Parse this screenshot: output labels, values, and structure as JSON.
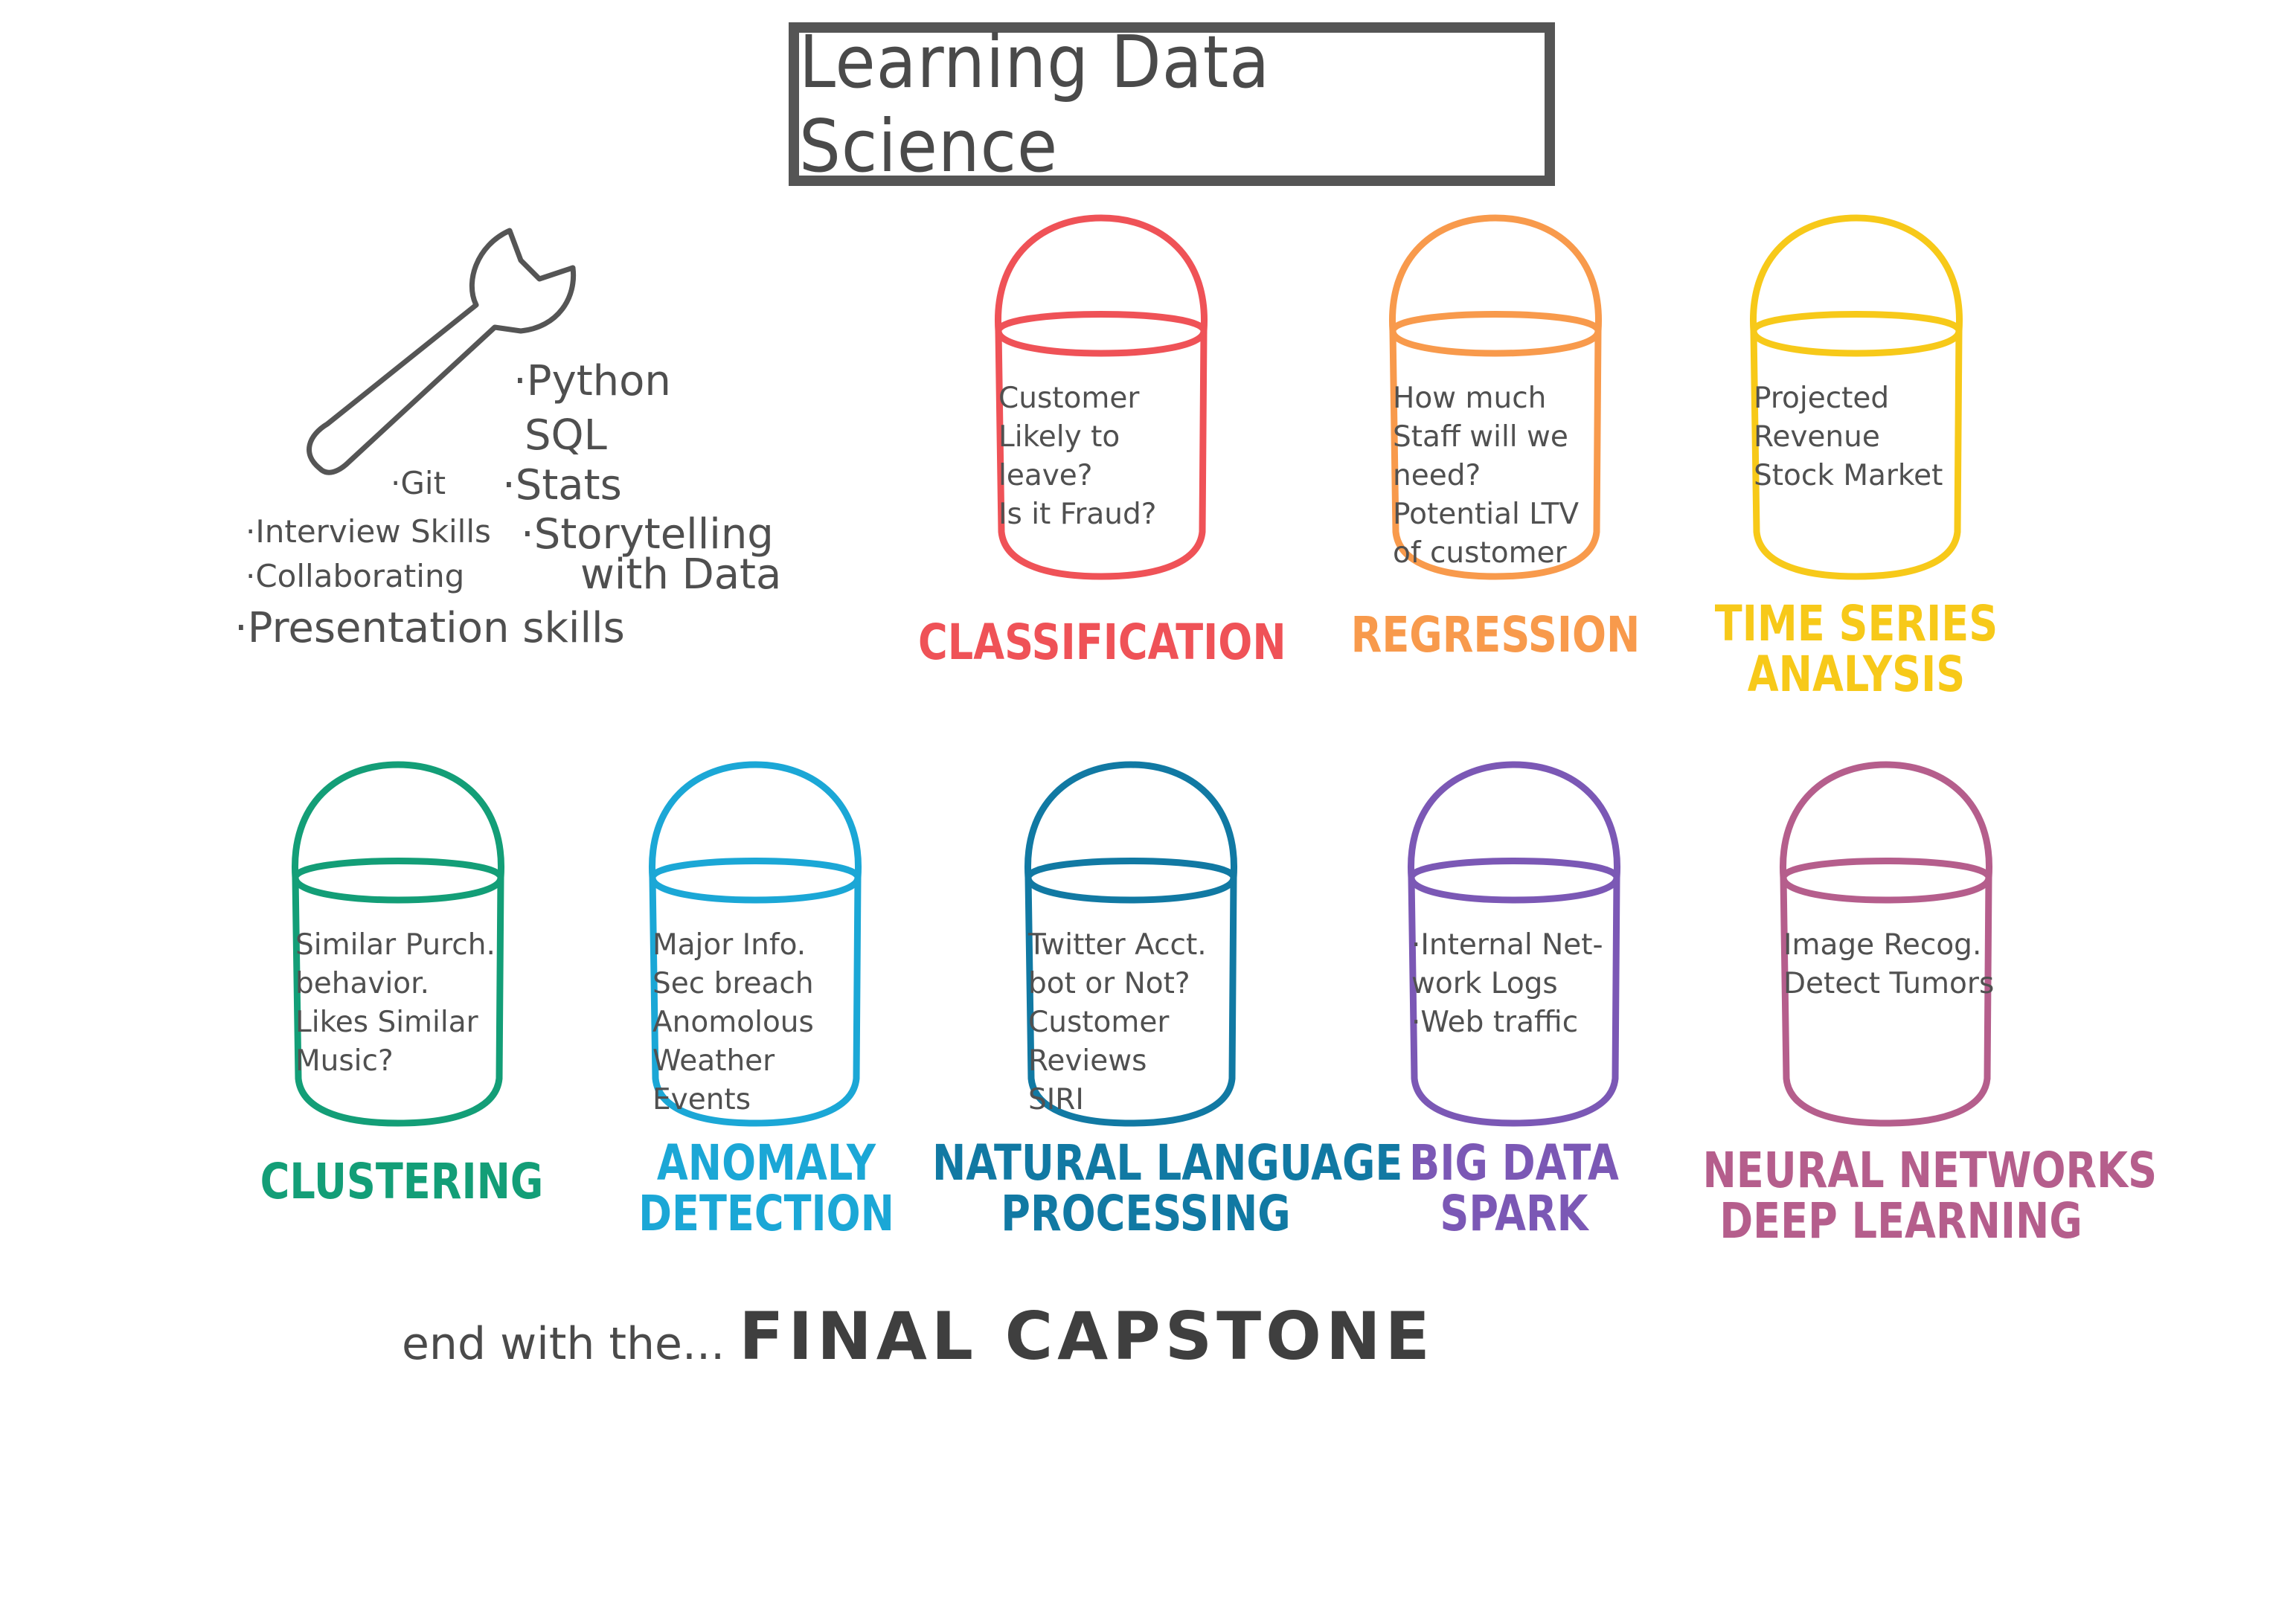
{
  "title": "Learning Data Science",
  "tools": {
    "icon": "wrench-icon",
    "main_items": [
      "·Python",
      "SQL",
      "·Stats",
      "·Storytelling",
      "with Data"
    ],
    "git": "·Git",
    "soft_skills": [
      "·Interview Skills",
      "·Collaborating",
      "·Presentation skills"
    ]
  },
  "categories": [
    {
      "id": "classification",
      "label": [
        "CLASSIFICATION"
      ],
      "color": "#ef5257",
      "lines": [
        "Customer",
        "Likely to",
        "leave?",
        "Is it Fraud?"
      ]
    },
    {
      "id": "regression",
      "label": [
        "REGRESSION"
      ],
      "color": "#f89a4c",
      "lines": [
        "How much",
        "Staff will we",
        "need?",
        "Potential LTV",
        "of customer"
      ]
    },
    {
      "id": "time-series",
      "label": [
        "TIME SERIES",
        "ANALYSIS"
      ],
      "color": "#f7c919",
      "lines": [
        "Projected",
        "Revenue",
        "Stock Market"
      ]
    },
    {
      "id": "clustering",
      "label": [
        "CLUSTERING"
      ],
      "color": "#139e77",
      "lines": [
        "Similar Purch.",
        "behavior.",
        "Likes Similar",
        "Music?"
      ]
    },
    {
      "id": "anomaly",
      "label": [
        "ANOMALY",
        "DETECTION"
      ],
      "color": "#1ba7d6",
      "lines": [
        "Major Info.",
        "Sec breach",
        "Anomolous",
        "Weather",
        "Events"
      ]
    },
    {
      "id": "nlp",
      "label": [
        "NATURAL LANGUAGE",
        "PROCESSING"
      ],
      "color": "#1179a3",
      "lines": [
        "Twitter Acct.",
        "bot or Not?",
        "Customer",
        "Reviews",
        "SIRI"
      ]
    },
    {
      "id": "big-data",
      "label": [
        "BIG DATA",
        "SPARK"
      ],
      "color": "#7b58b5",
      "lines": [
        "·Internal Net-",
        "work Logs",
        "·Web traffic"
      ]
    },
    {
      "id": "neural",
      "label": [
        "NEURAL NETWORKS",
        "DEEP LEARNING"
      ],
      "color": "#b55e8c",
      "lines": [
        "Image Recog.",
        "Detect Tumors"
      ]
    }
  ],
  "footer": {
    "prefix": "end with the...",
    "main": "FINAL CAPSTONE"
  }
}
